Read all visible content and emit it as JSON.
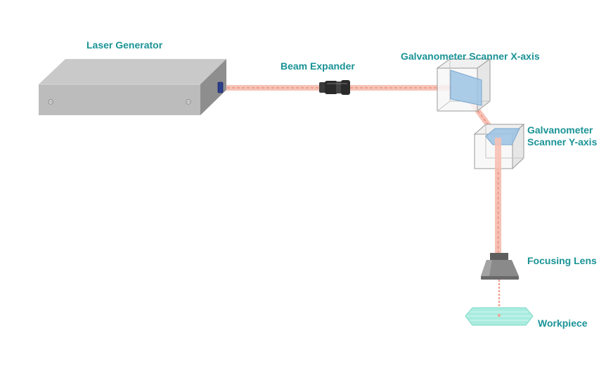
{
  "colors": {
    "label": "#1a9396",
    "beam": "#f4b2a4",
    "beam_core": "#e58a7a",
    "box_top": "#c8c8c8",
    "box_front": "#b9b9b9",
    "box_side": "#8f8f8f",
    "mirror": "#9ec4e4",
    "lens": "#8a8a8a",
    "workpiece": "#8fe3d4"
  },
  "labels": {
    "laser_generator": "Laser Generator",
    "beam_expander": "Beam Expander",
    "galvo_x": "Galvanometer Scanner X-axis",
    "galvo_y": "Galvanometer Scanner Y-axis",
    "focusing_lens": "Focusing Lens",
    "workpiece": "Workpiece"
  },
  "icons": {
    "laser_generator": "laser-box-icon",
    "beam_expander": "beam-expander-icon",
    "galvo_x": "galvo-mirror-cube-icon",
    "galvo_y": "galvo-mirror-cube-icon",
    "focusing_lens": "focusing-lens-icon",
    "workpiece": "workpiece-plate-icon"
  }
}
